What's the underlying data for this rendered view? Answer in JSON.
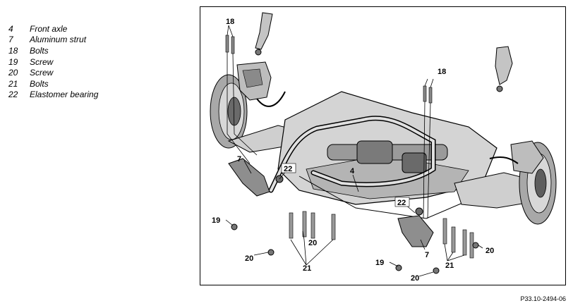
{
  "legend": [
    {
      "number": "4",
      "label": "Front axle"
    },
    {
      "number": "7",
      "label": "Aluminum strut"
    },
    {
      "number": "18",
      "label": "Bolts"
    },
    {
      "number": "19",
      "label": "Screw"
    },
    {
      "number": "20",
      "label": "Screw"
    },
    {
      "number": "21",
      "label": "Bolts"
    },
    {
      "number": "22",
      "label": "Elastomer bearing"
    }
  ],
  "callouts": {
    "c18_left": "18",
    "c18_right": "18",
    "c7_left": "7",
    "c7_right": "7",
    "c22_left": "22",
    "c22_right": "22",
    "c4": "4",
    "c19_left": "19",
    "c19_right": "19",
    "c20_left": "20",
    "c20_mid": "20",
    "c20_right": "20",
    "c20_bottom": "20",
    "c21_left": "21",
    "c21_right": "21"
  },
  "figure_code": "P33.10-2494-06",
  "colors": {
    "line": "#000000",
    "part_fill": "#c8c8c8",
    "part_dark": "#5a5a5a",
    "label_box": "#ffffff"
  }
}
